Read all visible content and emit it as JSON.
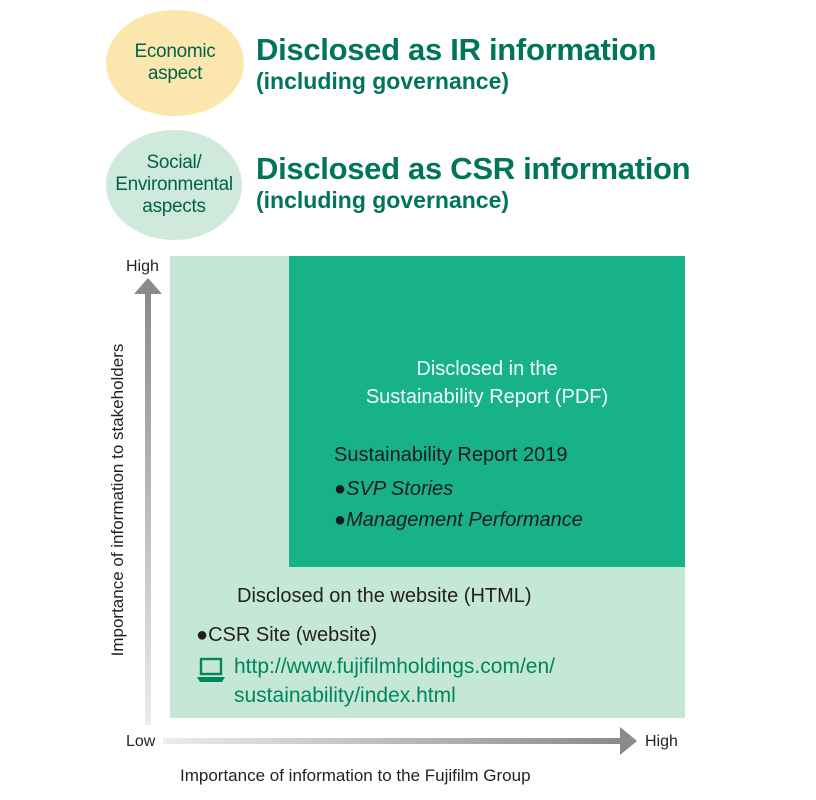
{
  "aspects": [
    {
      "ellipse_label": "Economic\naspect",
      "heading": "Disclosed as IR information",
      "subheading": "(including governance)",
      "color": "#fbe7ae"
    },
    {
      "ellipse_label": "Social/\nEnvironmental\naspects",
      "heading": "Disclosed as CSR information",
      "subheading": "(including governance)",
      "color": "#cfe9dd"
    }
  ],
  "matrix": {
    "y_high": "High",
    "x_low": "Low",
    "x_high": "High",
    "y_axis_label": "Importance of information to stakeholders",
    "x_axis_label": "Importance of information to the Fujifilm Group",
    "inner_box": {
      "title_line1": "Disclosed in the",
      "title_line2": "Sustainability Report (PDF)",
      "report_name": "Sustainability Report 2019",
      "items": [
        {
          "bullet": "●",
          "text": "SVP Stories"
        },
        {
          "bullet": "●",
          "text": "Management Performance"
        }
      ],
      "color": "#18b28a"
    },
    "outer_box": {
      "title": "Disclosed on the website (HTML)",
      "site_bullet": "●",
      "site_label": "CSR Site (website)",
      "url_line1": "http://www.fujifilmholdings.com/en/",
      "url_line2": "sustainability/index.html",
      "link_icon": "laptop-icon",
      "color": "#c5e7d6"
    }
  }
}
